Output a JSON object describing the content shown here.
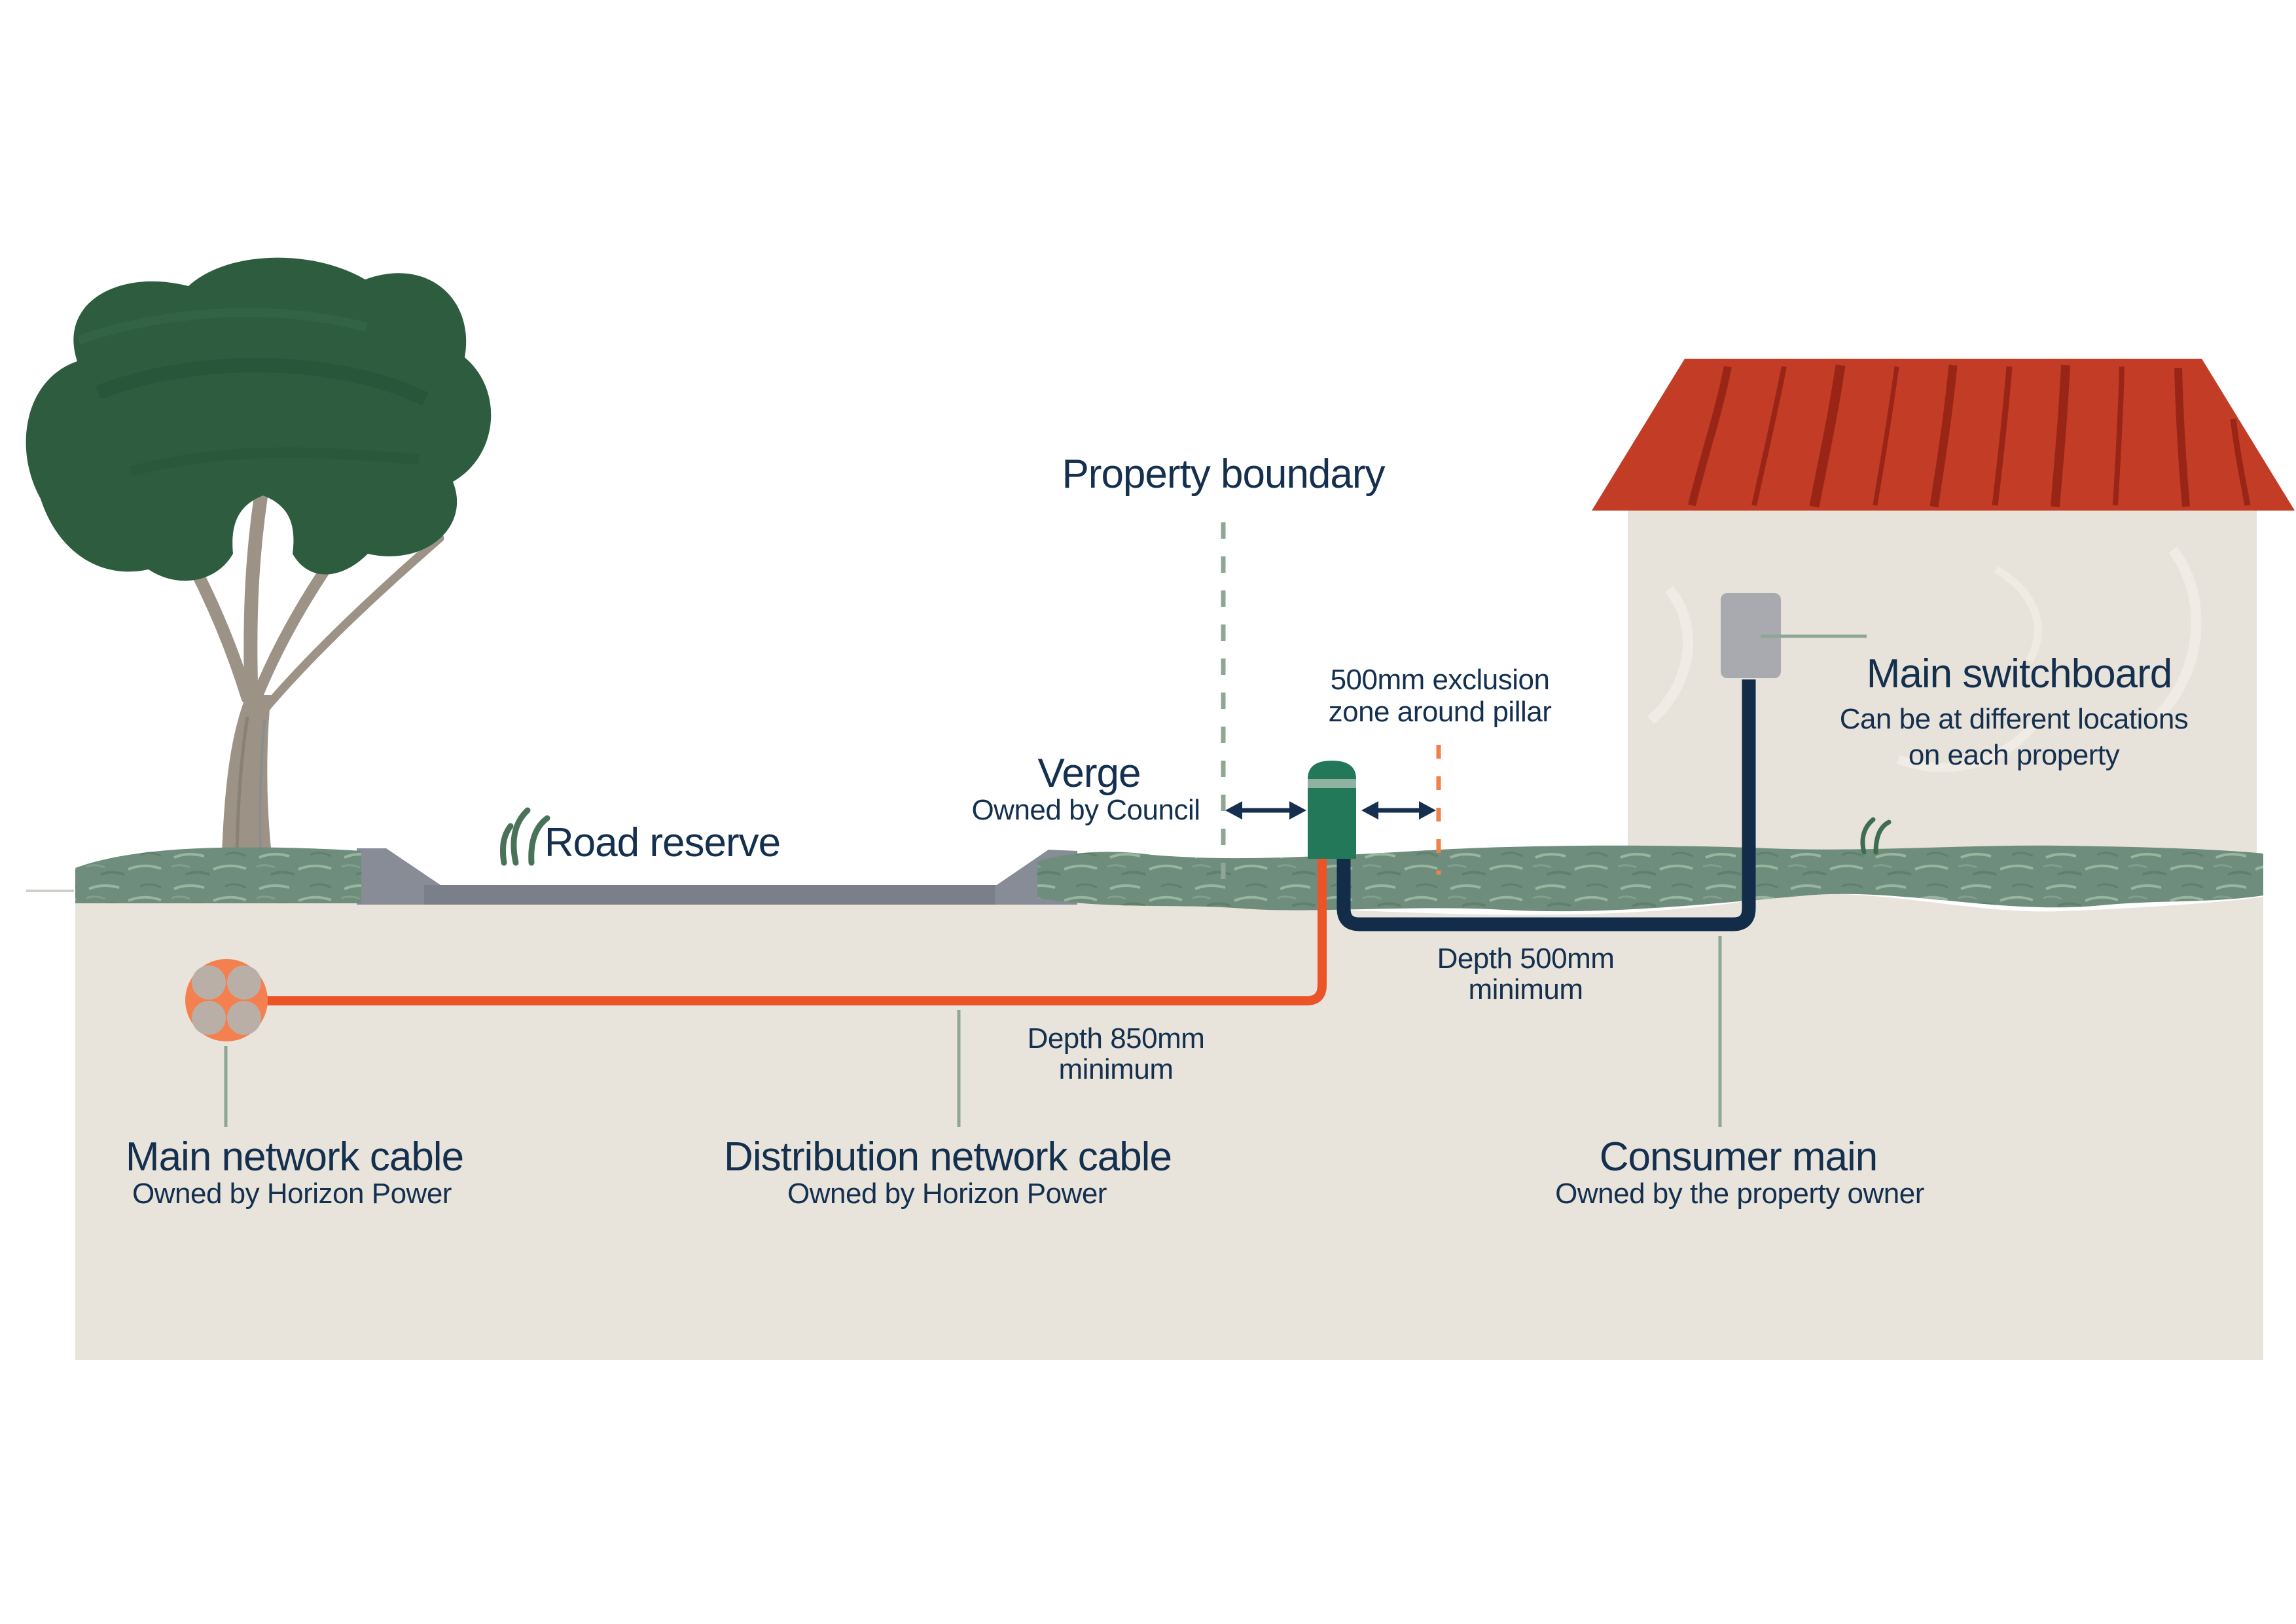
{
  "diagram": {
    "boundary": {
      "label": "Property boundary"
    },
    "verge": {
      "label": "Verge",
      "owner": "Owned by Council"
    },
    "road": {
      "label": "Road reserve"
    },
    "exclusion": {
      "line1": "500mm exclusion",
      "line2": "zone around pillar"
    },
    "switchboard": {
      "label": "Main switchboard",
      "note1": "Can be at different locations",
      "note2": "on each property"
    },
    "depth_consumer": {
      "line1": "Depth 500mm",
      "line2": "minimum"
    },
    "depth_distribution": {
      "line1": "Depth 850mm",
      "line2": "minimum"
    },
    "main_cable": {
      "label": "Main network cable",
      "owner": "Owned by Horizon Power"
    },
    "distribution_cable": {
      "label": "Distribution network cable",
      "owner": "Owned by Horizon Power"
    },
    "consumer_main": {
      "label": "Consumer main",
      "owner": "Owned by the property owner"
    },
    "colors": {
      "navy_text": "#14304E",
      "consumer_cable_navy": "#132C49",
      "cable_orange": "#EA5426",
      "icon_orange": "#F5804F",
      "cable_core_grey": "#B9AFA7",
      "exclusion_dash_orange": "#F08148",
      "pillar_green": "#23785A",
      "pillar_band_green": "#8FB3A0",
      "leader_sage": "#8EA795",
      "grass_green": "#6F8D7C",
      "grass_light": "#9FBCA4",
      "grass_dark": "#5E7D6C",
      "soil_beige": "#E8E4DC",
      "road_grey": "#7A7F89",
      "curb_grey": "#878C96",
      "roof_red": "#C23C26",
      "roof_streak_dark": "#8E2013",
      "wall_beige": "#E7E2DA",
      "switchboard_grey": "#A8AAAF",
      "tree_canopy_green": "#2D5C3E",
      "tree_trunk_taupe": "#9C9386"
    }
  }
}
